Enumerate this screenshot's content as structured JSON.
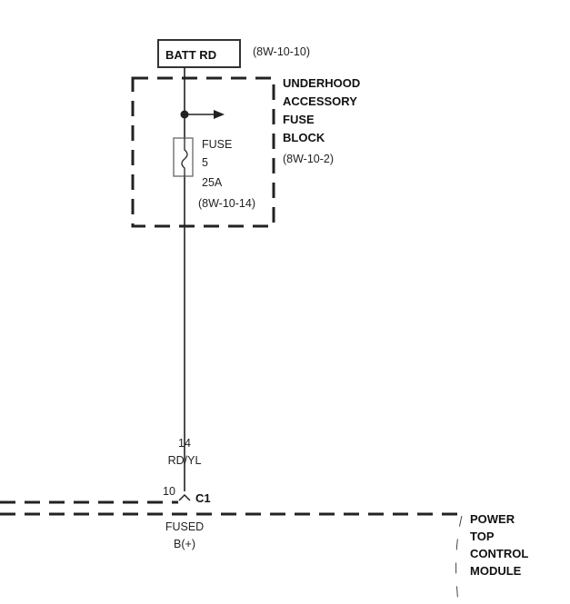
{
  "source": {
    "label": "BATT RD",
    "ref": "(8W-10-10)"
  },
  "fuse_block": {
    "name_lines": [
      "UNDERHOOD",
      "ACCESSORY",
      "FUSE",
      "BLOCK"
    ],
    "ref": "(8W-10-2)"
  },
  "fuse": {
    "label": "FUSE",
    "number": "5",
    "rating": "25A",
    "ref": "(8W-10-14)"
  },
  "wire": {
    "gauge": "14",
    "color": "RD/YL"
  },
  "connector": {
    "pin": "10",
    "name": "C1"
  },
  "circuit": {
    "lines": [
      "FUSED",
      "B(+)"
    ]
  },
  "module": {
    "name_lines": [
      "POWER",
      "TOP",
      "CONTROL",
      "MODULE"
    ]
  }
}
